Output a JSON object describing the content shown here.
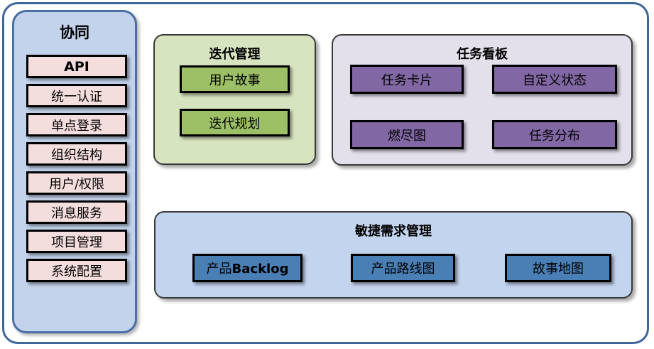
{
  "diagram": {
    "title": "协同",
    "colors": {
      "frame_border": "#3f6699",
      "sidebar_bg": "#c3d3ec",
      "sidebar_border": "#4a6fa5",
      "sidebar_item_bg": "#f4dedd",
      "iteration_panel_bg": "#d7e4c0",
      "iteration_box_bg": "#9dbf65",
      "task_panel_bg": "#e3dfeb",
      "task_box_bg": "#8168a5",
      "agile_panel_bg": "#c3d4ee",
      "agile_box_bg": "#4a7fb5",
      "box_border": "#000000"
    }
  },
  "sidebar": {
    "title": "协同",
    "items": [
      {
        "label": "API"
      },
      {
        "label": "统一认证"
      },
      {
        "label": "单点登录"
      },
      {
        "label": "组织结构"
      },
      {
        "label": "用户/权限"
      },
      {
        "label": "消息服务"
      },
      {
        "label": "项目管理"
      },
      {
        "label": "系统配置"
      }
    ]
  },
  "panels": {
    "iteration": {
      "title": "迭代管理",
      "boxes": [
        {
          "label": "用户故事"
        },
        {
          "label": "迭代规划"
        }
      ]
    },
    "task_board": {
      "title": "任务看板",
      "boxes": [
        {
          "label": "任务卡片"
        },
        {
          "label": "自定义状态"
        },
        {
          "label": "燃尽图"
        },
        {
          "label": "任务分布"
        }
      ]
    },
    "agile": {
      "title": "敏捷需求管理",
      "boxes": [
        {
          "label": "产品Backlog",
          "cjk": "产品",
          "latin": "Backlog"
        },
        {
          "label": "产品路线图"
        },
        {
          "label": "故事地图"
        }
      ]
    }
  }
}
